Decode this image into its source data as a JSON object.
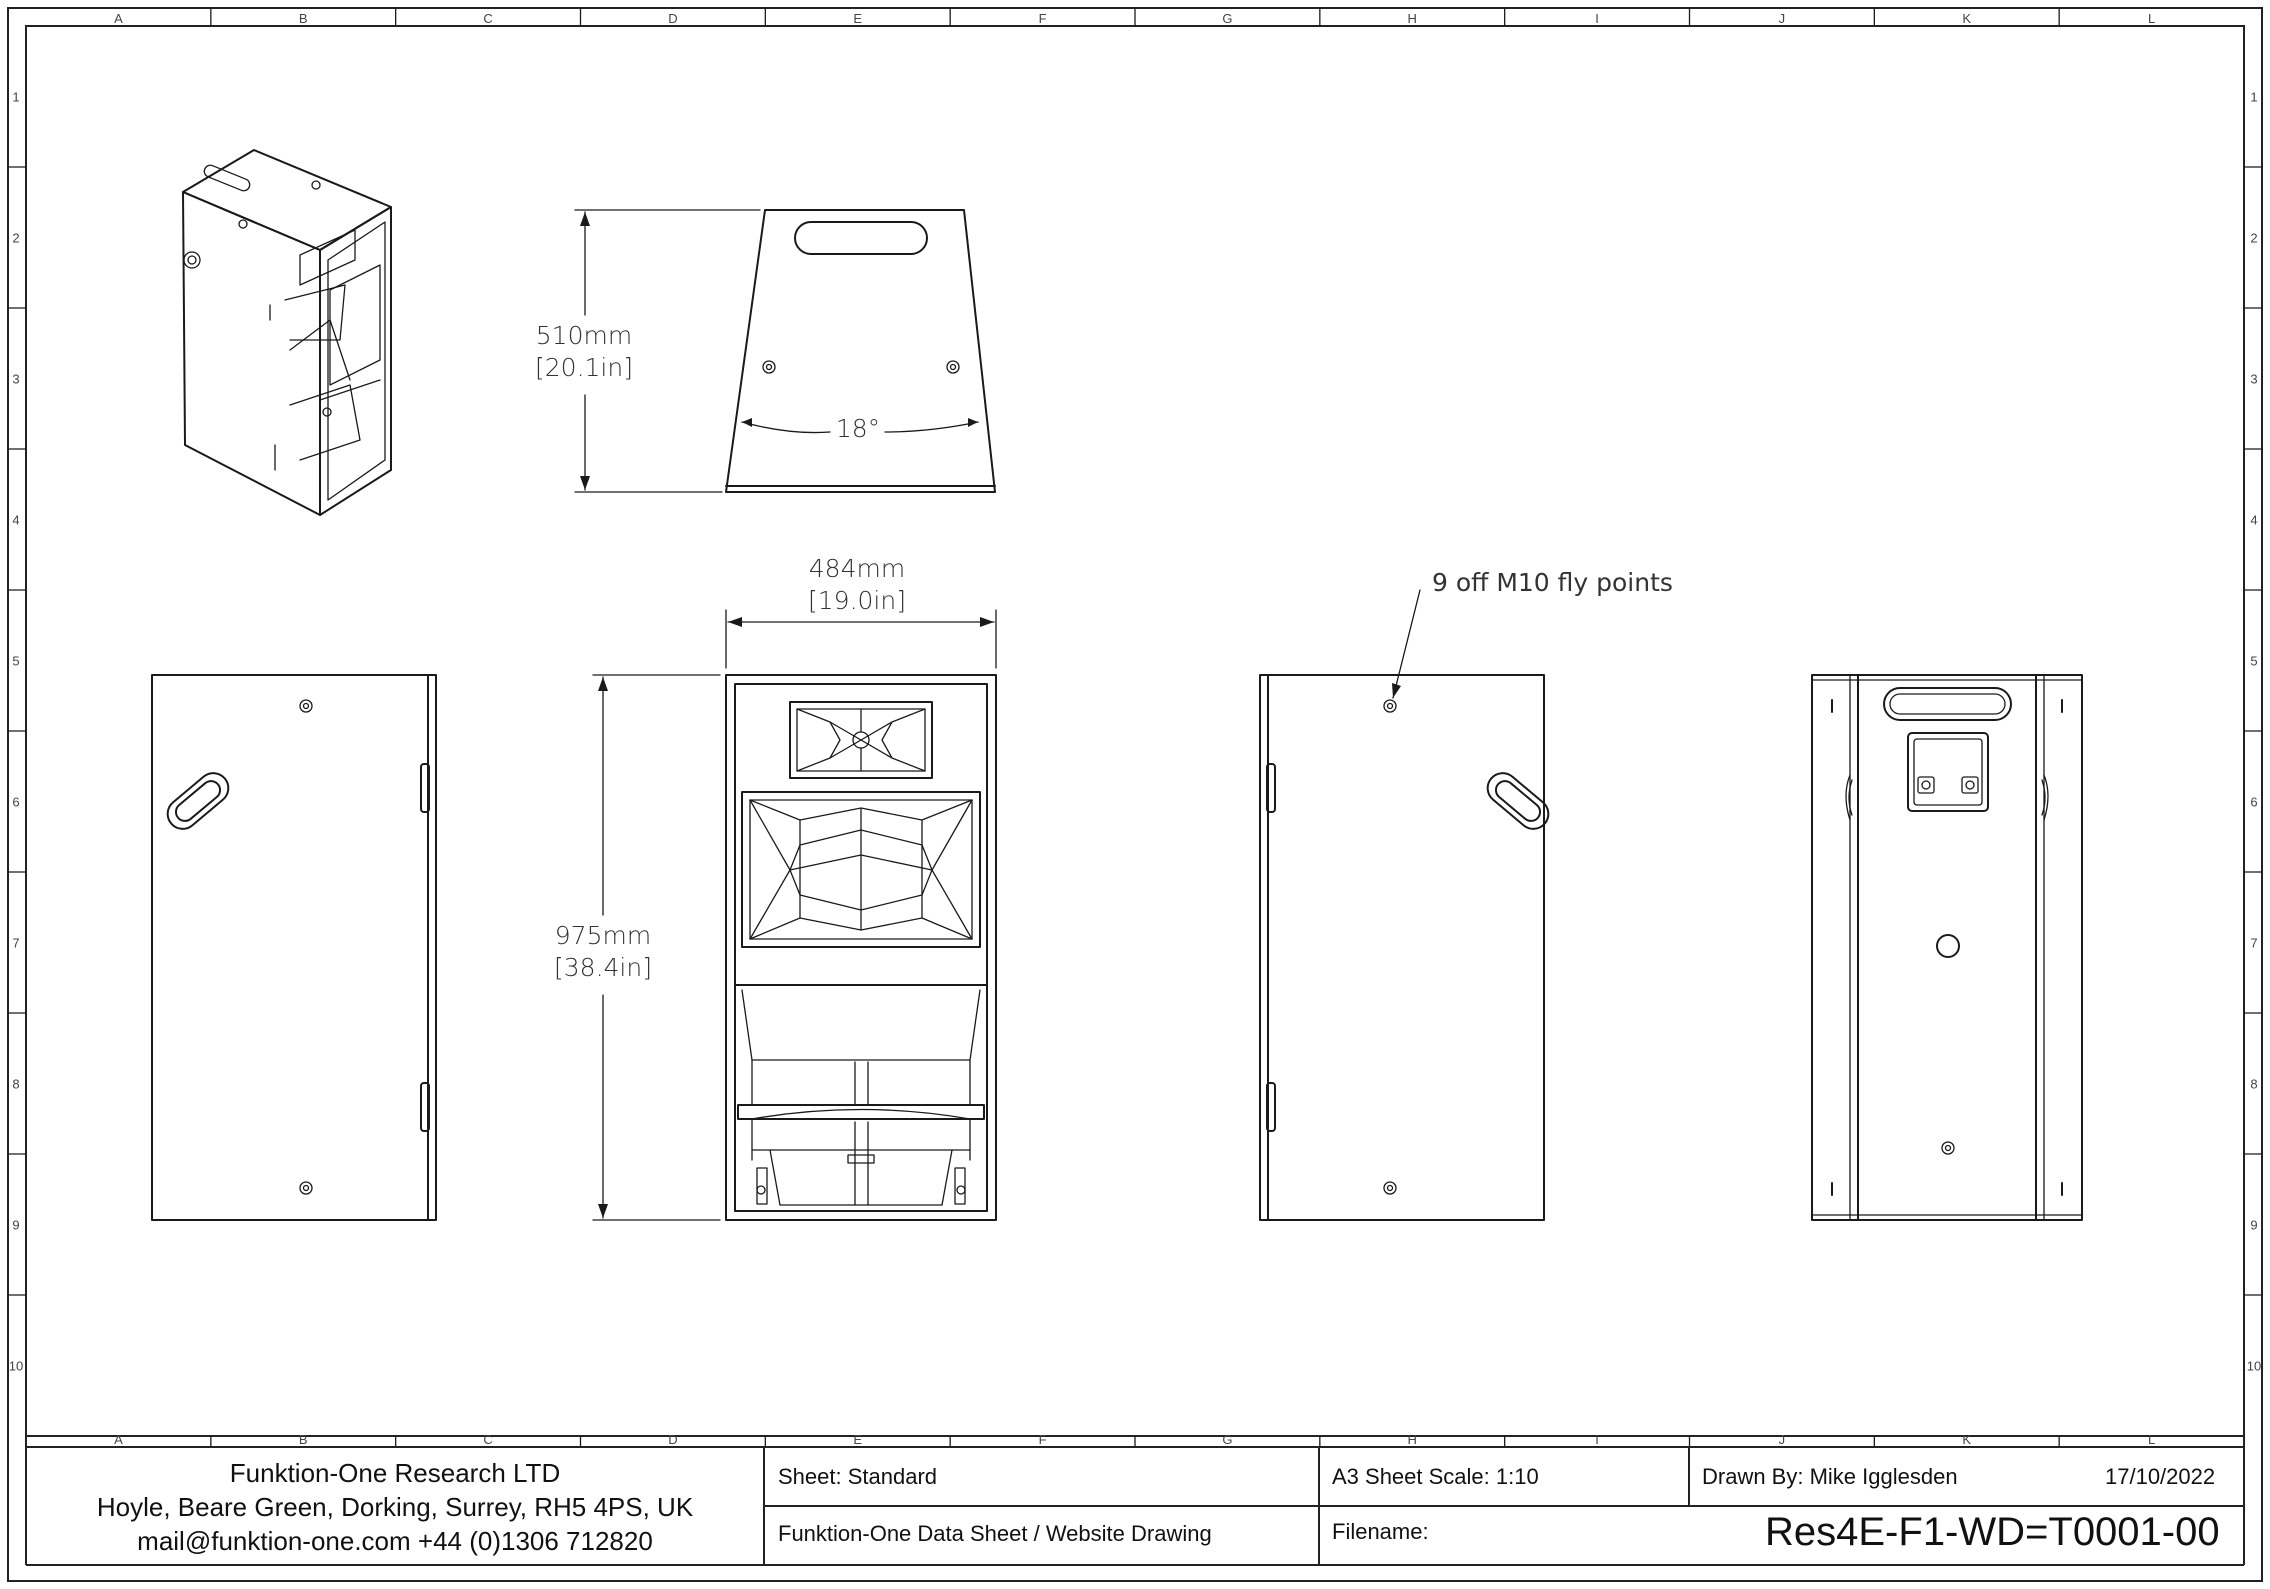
{
  "grid": {
    "columns": [
      "A",
      "B",
      "C",
      "D",
      "E",
      "F",
      "G",
      "H",
      "I",
      "J",
      "K",
      "L"
    ],
    "rows": [
      "1",
      "2",
      "3",
      "4",
      "5",
      "6",
      "7",
      "8",
      "9",
      "10"
    ]
  },
  "dimensions": {
    "top_depth_mm": "510mm",
    "top_depth_in": "[20.1in]",
    "angle": "18°",
    "width_mm": "484mm",
    "width_in": "[19.0in]",
    "height_mm": "975mm",
    "height_in": "[38.4in]"
  },
  "annotation": {
    "fly_points": "9 off M10 fly points"
  },
  "title_block": {
    "company": "Funktion-One Research LTD",
    "address": "Hoyle, Beare Green, Dorking, Surrey, RH5 4PS, UK",
    "contact": "mail@funktion-one.com  +44 (0)1306 712820",
    "sheet": "Sheet: Standard",
    "scale": "A3 Sheet Scale: 1:10",
    "drawn_by": "Drawn By: Mike Igglesden",
    "date": "17/10/2022",
    "description": "Funktion-One Data Sheet / Website Drawing",
    "filename_label": "Filename:",
    "filename": "Res4E-F1-WD=T0001-00"
  }
}
